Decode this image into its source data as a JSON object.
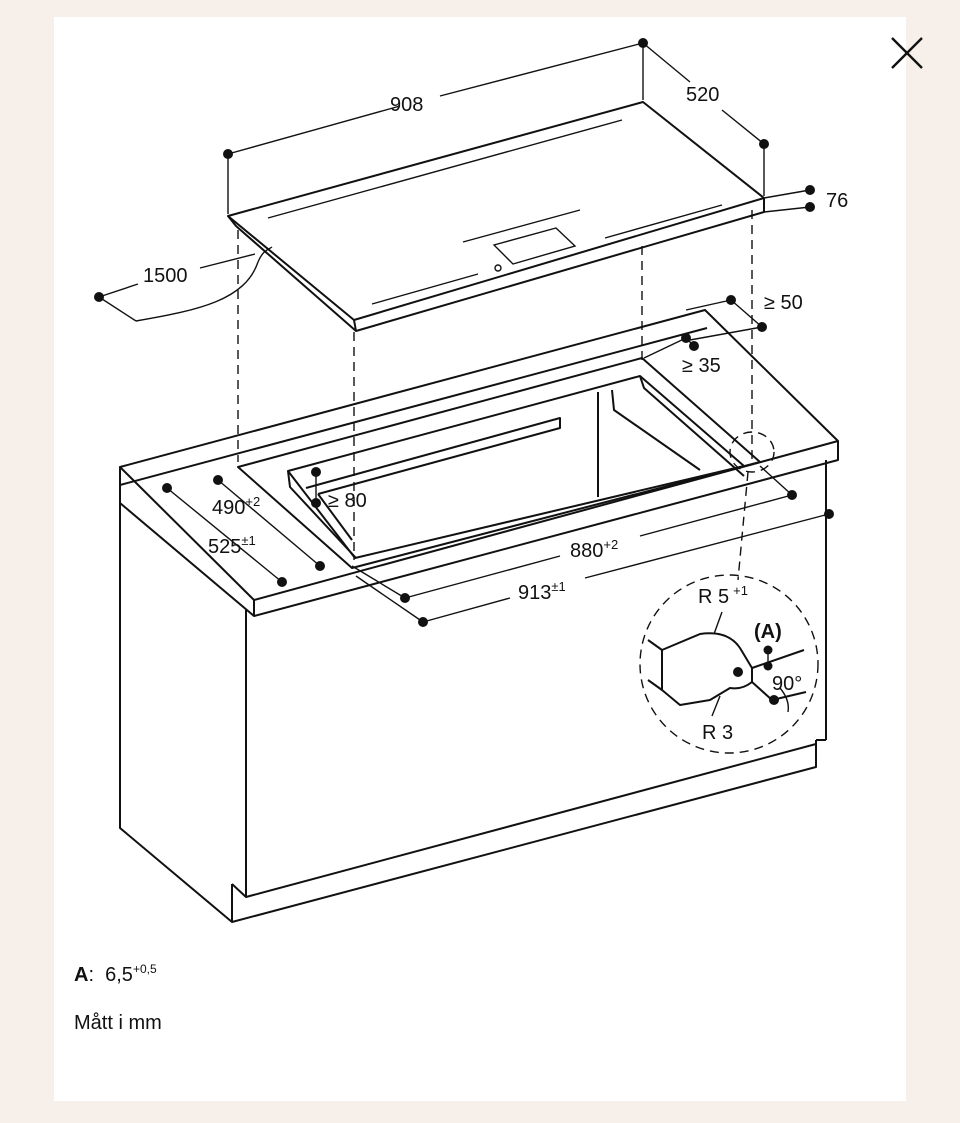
{
  "close": {
    "icon": "close-icon"
  },
  "dimensions": {
    "width_top": "908",
    "depth_top": "520",
    "height_top": "76",
    "cable": "1500",
    "min_50": "≥ 50",
    "min_35": "≥ 35",
    "min_80": "≥ 80",
    "d490": "490",
    "d490_tol": "+2",
    "d525": "525",
    "d525_tol": "±1",
    "d880": "880",
    "d880_tol": "+2",
    "d913": "913",
    "d913_tol": "±1"
  },
  "detail": {
    "radius_top": "R 5",
    "radius_top_tol": "+1",
    "radius_bottom": "R 3",
    "label_a": "(A)",
    "angle": "90°"
  },
  "notes": {
    "a_label": "A",
    "a_value": "6,5",
    "a_tol": "+0,5",
    "units": "Mått i mm"
  }
}
